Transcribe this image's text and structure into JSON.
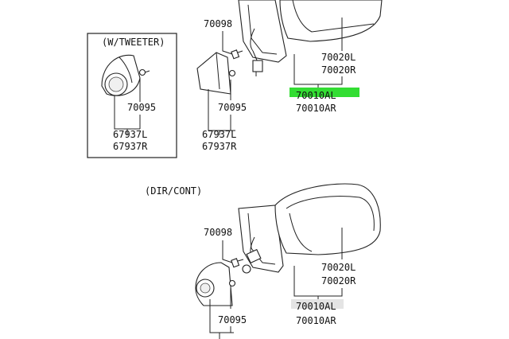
{
  "colors": {
    "highlight_primary": "#33dd33",
    "highlight_secondary": "#e4e4e4"
  },
  "top_section": {
    "inset_title": "(W/TWEETER)",
    "inset_part": "70095",
    "inset_numbers": [
      "67937L",
      "67937R"
    ],
    "screw_part": "70098",
    "cover_part": "70095",
    "cover_numbers": [
      "67937L",
      "67937R"
    ],
    "glass_numbers": [
      "70020L",
      "70020R"
    ],
    "assembly_numbers": [
      "70010AL",
      "70010AR"
    ]
  },
  "bottom_section": {
    "title": "(DIR/CONT)",
    "screw_part": "70098",
    "cover_part": "70095",
    "glass_numbers": [
      "70020L",
      "70020R"
    ],
    "assembly_numbers": [
      "70010AL",
      "70010AR"
    ]
  }
}
